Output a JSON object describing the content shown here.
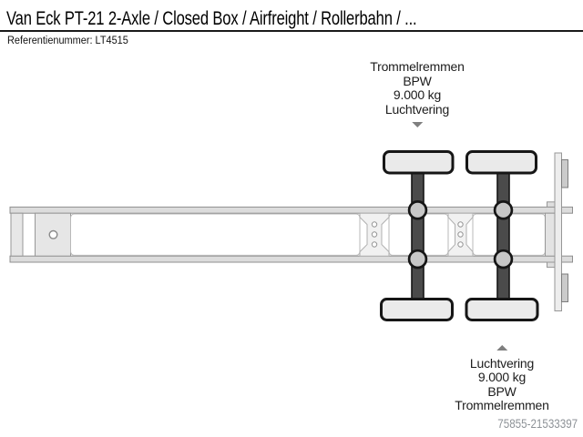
{
  "page": {
    "title": "Van Eck PT-21 2-Axle / Closed Box / Airfreight / Rollerbahn / ...",
    "reference_label": "Referentienummer:",
    "reference_value": "LT4515",
    "watermark_id": "75855-21533397"
  },
  "annotations": {
    "front_axle_callout": {
      "arrow_direction": "down",
      "lines": [
        "Trommelremmen",
        "BPW",
        "9.000 kg",
        "Luchtvering"
      ]
    },
    "rear_axle_callout": {
      "arrow_direction": "up",
      "lines": [
        "Luchtvering",
        "9.000 kg",
        "BPW",
        "Trommelremmen"
      ]
    }
  },
  "diagram": {
    "type": "trailer-chassis-top-view-schematic",
    "axle_count": 2
  },
  "colors": {
    "background": "#ffffff",
    "title_text": "#000000",
    "annotation_text": "#1c1c1c",
    "arrow": "#7f7f7f",
    "watermark_text": "#8d9297",
    "frame_outline": "#979797",
    "frame_fill": "#e6e6e6",
    "panel_outline": "#b8b8b8",
    "axle_fill": "#4b4b4b",
    "axle_outline": "#161616",
    "hub_fill": "#c7c7c7",
    "wheel_fill": "#eaeaea",
    "wheel_outline": "#161616"
  }
}
